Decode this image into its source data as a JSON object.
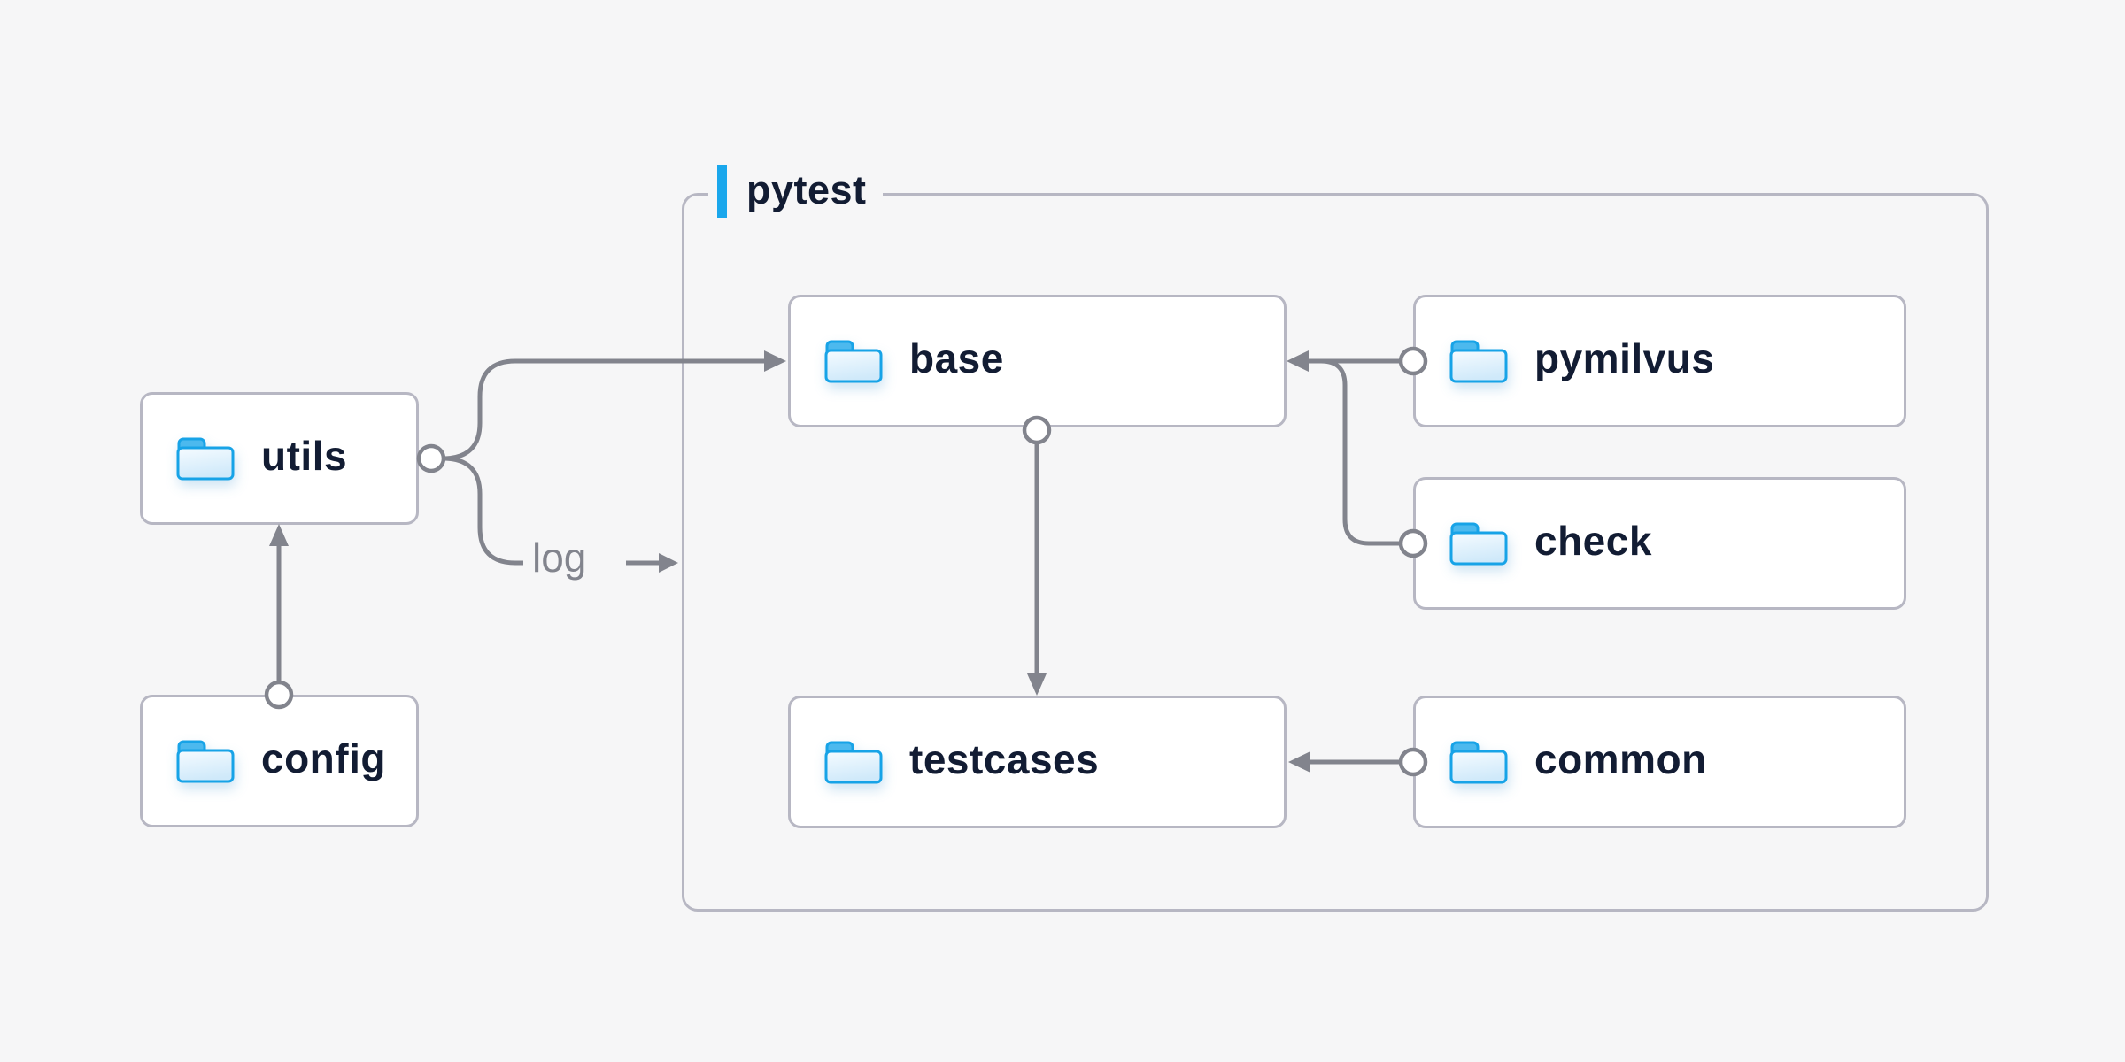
{
  "page": {
    "background": "#f6f6f7"
  },
  "diagram": {
    "group": {
      "label": "pytest"
    },
    "nodes": {
      "utils": {
        "label": "utils",
        "icon": "folder-icon"
      },
      "config": {
        "label": "config",
        "icon": "folder-icon"
      },
      "base": {
        "label": "base",
        "icon": "folder-icon"
      },
      "testcases": {
        "label": "testcases",
        "icon": "folder-icon"
      },
      "pymilvus": {
        "label": "pymilvus",
        "icon": "folder-icon"
      },
      "check": {
        "label": "check",
        "icon": "folder-icon"
      },
      "common": {
        "label": "common",
        "icon": "folder-icon"
      }
    },
    "edge_label": "log",
    "edges": [
      {
        "from": "config",
        "to": "utils",
        "style": "arrow"
      },
      {
        "from": "utils",
        "to": "base",
        "style": "arrow"
      },
      {
        "from": "utils",
        "to": "log",
        "style": "arrow",
        "label": "log"
      },
      {
        "from": "base",
        "to": "testcases",
        "style": "arrow"
      },
      {
        "from": "pymilvus",
        "to": "base",
        "style": "arrow"
      },
      {
        "from": "check",
        "to": "base",
        "style": "arrow"
      },
      {
        "from": "common",
        "to": "testcases",
        "style": "arrow"
      }
    ],
    "colors": {
      "accent_blue": "#1aa7ec",
      "folder_stroke": "#17a3e7",
      "folder_tab": "#4cb9ee",
      "folder_body_top": "#f5fbff",
      "folder_body_bottom": "#cfe9fa",
      "line_gray": "#82848d",
      "text_navy": "#121c33",
      "border_gray": "#b7b7c3",
      "node_bg": "#ffffff",
      "page_bg": "#f6f6f7"
    }
  }
}
